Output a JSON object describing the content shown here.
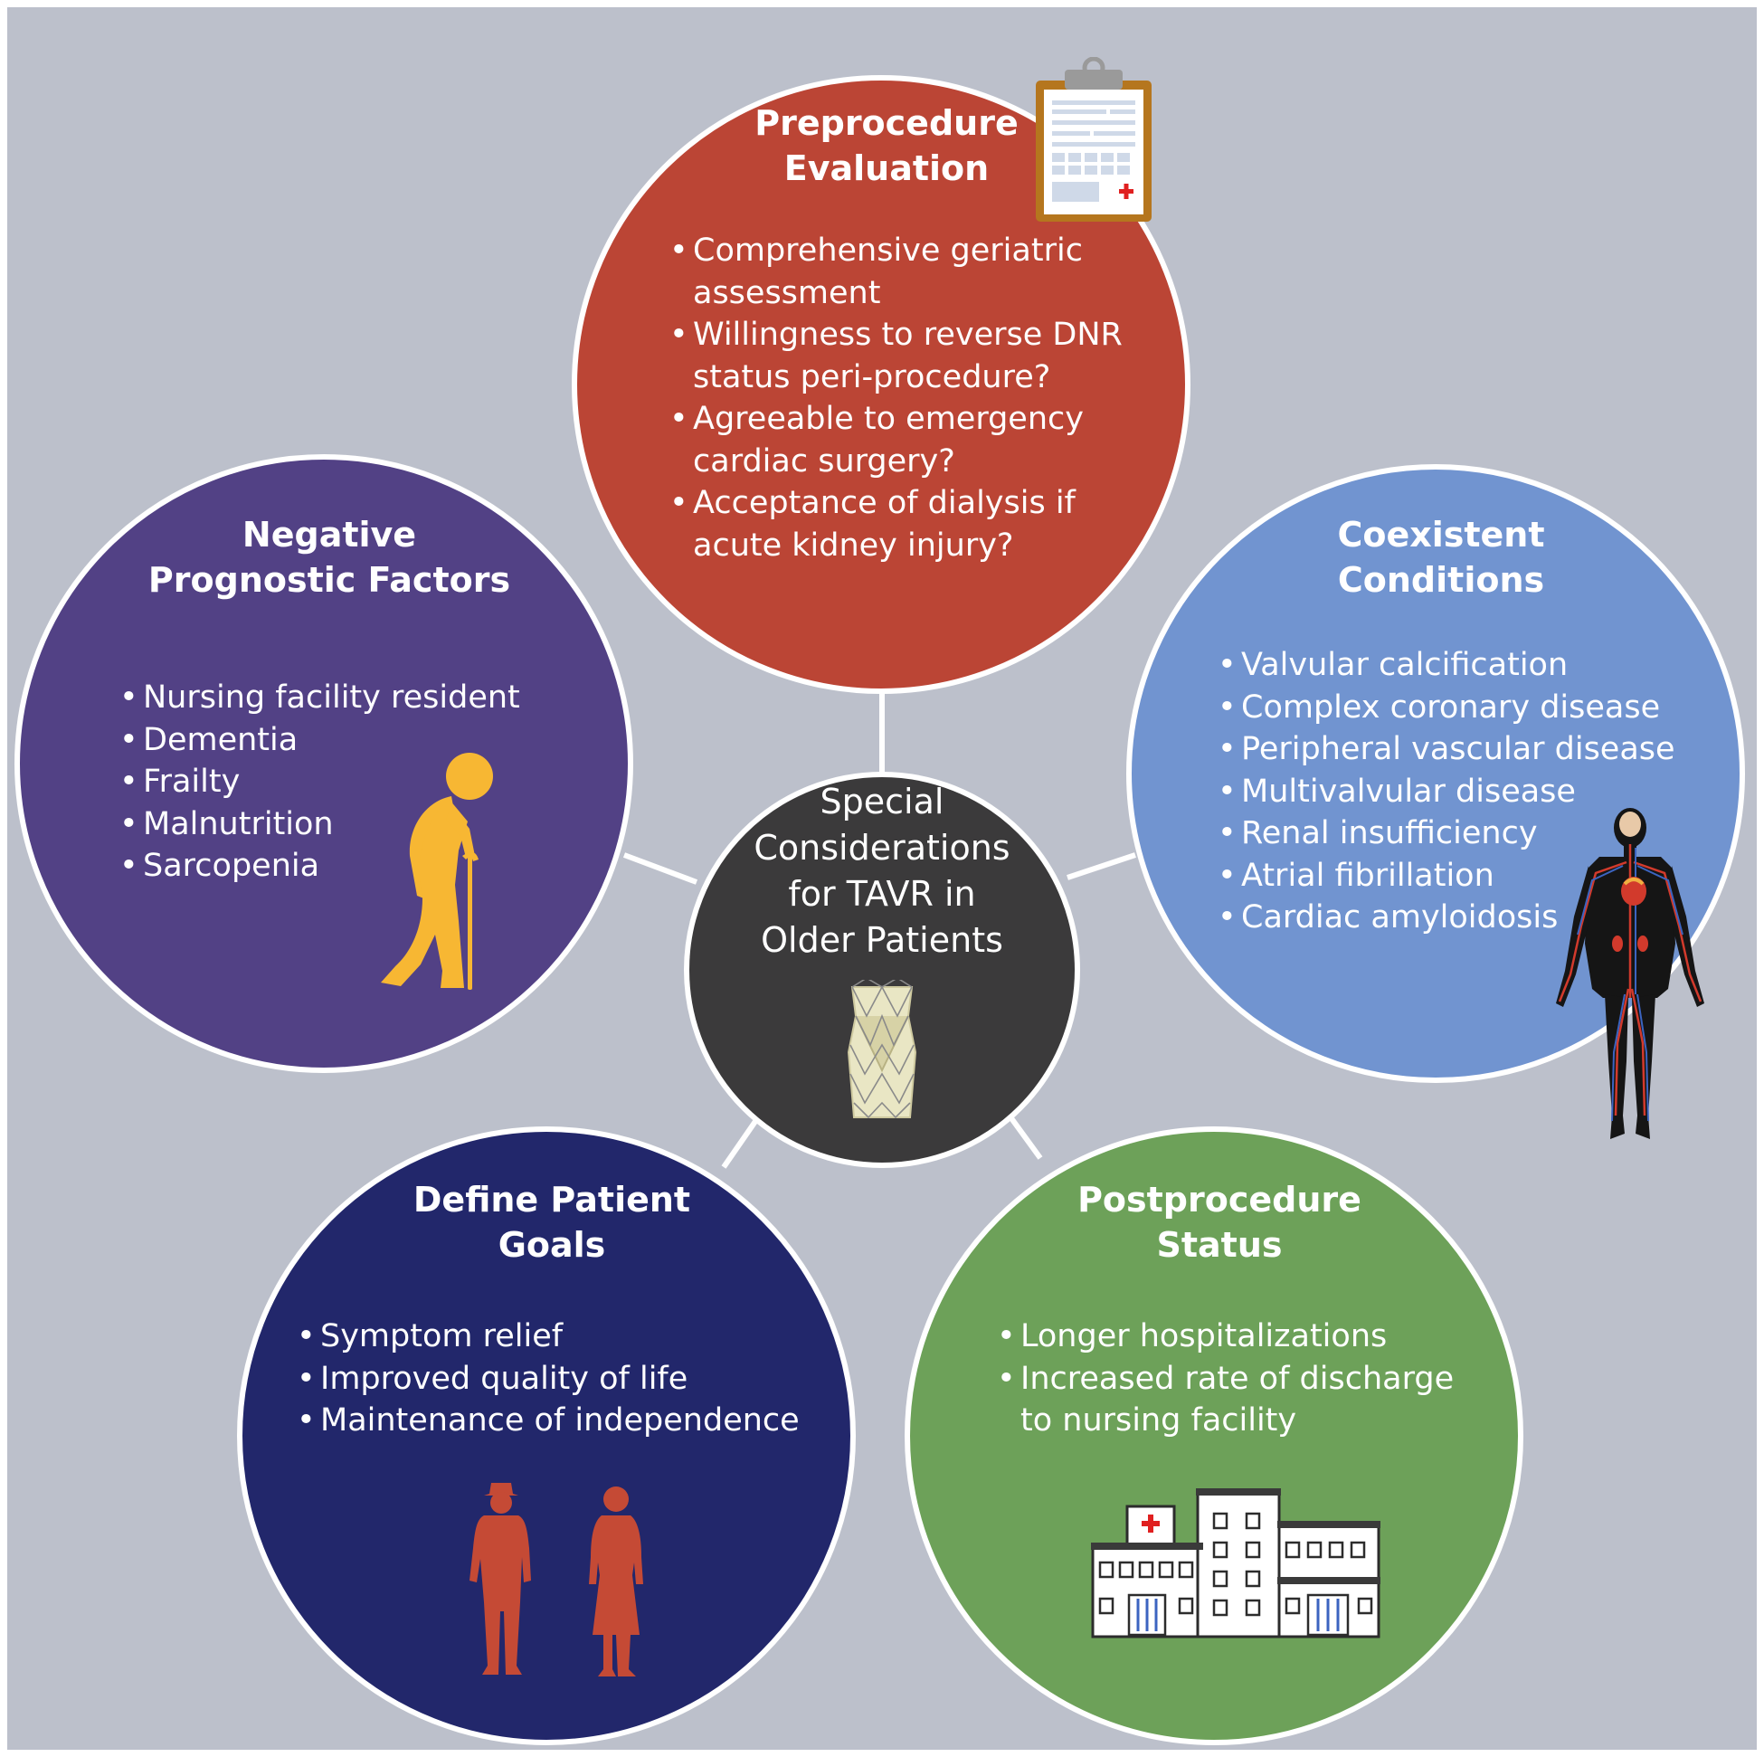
{
  "center": {
    "title": "Special\nConsiderations\nfor TAVR in\nOlder Patients",
    "icon": "tavr-valve-icon"
  },
  "preprocedure": {
    "title": "Preprocedure\nEvaluation",
    "icon": "clipboard-icon",
    "color": "#bb4535",
    "items": [
      "Comprehensive geriatric\nassessment",
      "Willingness to reverse DNR\nstatus peri-procedure?",
      "Agreeable to emergency\ncardiac surgery?",
      "Acceptance of dialysis if\nacute kidney injury?"
    ]
  },
  "negative": {
    "title": "Negative\nPrognostic Factors",
    "icon": "elderly-person-cane-icon",
    "color": "#524185",
    "items": [
      "Nursing facility resident",
      "Dementia",
      "Frailty",
      "Malnutrition",
      "Sarcopenia"
    ]
  },
  "coexistent": {
    "title": "Coexistent\nConditions",
    "icon": "human-circulatory-system-icon",
    "color": "#7194d0",
    "items": [
      "Valvular calcification",
      "Complex coronary disease",
      "Peripheral vascular disease",
      "Multivalvular disease",
      "Renal insufficiency",
      "Atrial fibrillation",
      "Cardiac amyloidosis"
    ]
  },
  "goals": {
    "title": "Define Patient\nGoals",
    "icon": "elderly-couple-icon",
    "color": "#22276b",
    "items": [
      "Symptom relief",
      "Improved quality of life",
      "Maintenance of independence"
    ]
  },
  "postprocedure": {
    "title": "Postprocedure\nStatus",
    "icon": "hospital-icon",
    "color": "#6da159",
    "items": [
      "Longer hospitalizations",
      "Increased rate of discharge\nto nursing facility"
    ]
  }
}
